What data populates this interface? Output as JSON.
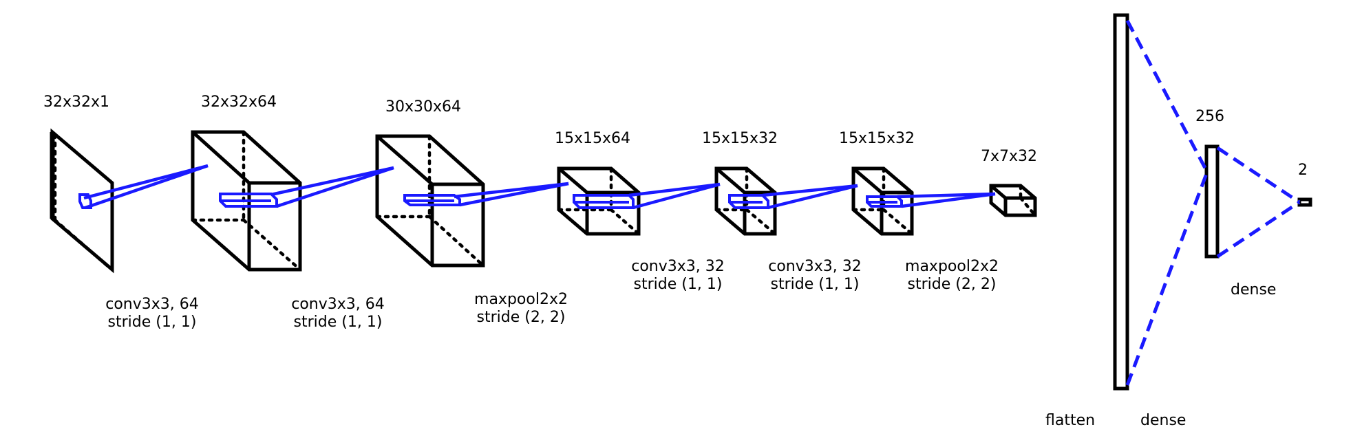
{
  "colors": {
    "kernel": "#1a1aff",
    "outline": "#000000",
    "background": "#ffffff"
  },
  "layers": [
    {
      "shape": "32x32x1"
    },
    {
      "shape": "32x32x64"
    },
    {
      "shape": "30x30x64"
    },
    {
      "shape": "15x15x64"
    },
    {
      "shape": "15x15x32"
    },
    {
      "shape": "15x15x32"
    },
    {
      "shape": "7x7x32"
    }
  ],
  "operations": [
    {
      "line1": "conv3x3, 64",
      "line2": "stride (1, 1)"
    },
    {
      "line1": "conv3x3, 64",
      "line2": "stride (1, 1)"
    },
    {
      "line1": "maxpool2x2",
      "line2": "stride (2, 2)"
    },
    {
      "line1": "conv3x3, 32",
      "line2": "stride (1, 1)"
    },
    {
      "line1": "conv3x3, 32",
      "line2": "stride (1, 1)"
    },
    {
      "line1": "maxpool2x2",
      "line2": "stride (2, 2)"
    }
  ],
  "dense_block": {
    "flatten_label": "flatten",
    "dense_label_1": "dense",
    "dense_units": "256",
    "dense_label_2": "dense",
    "output_units": "2"
  }
}
